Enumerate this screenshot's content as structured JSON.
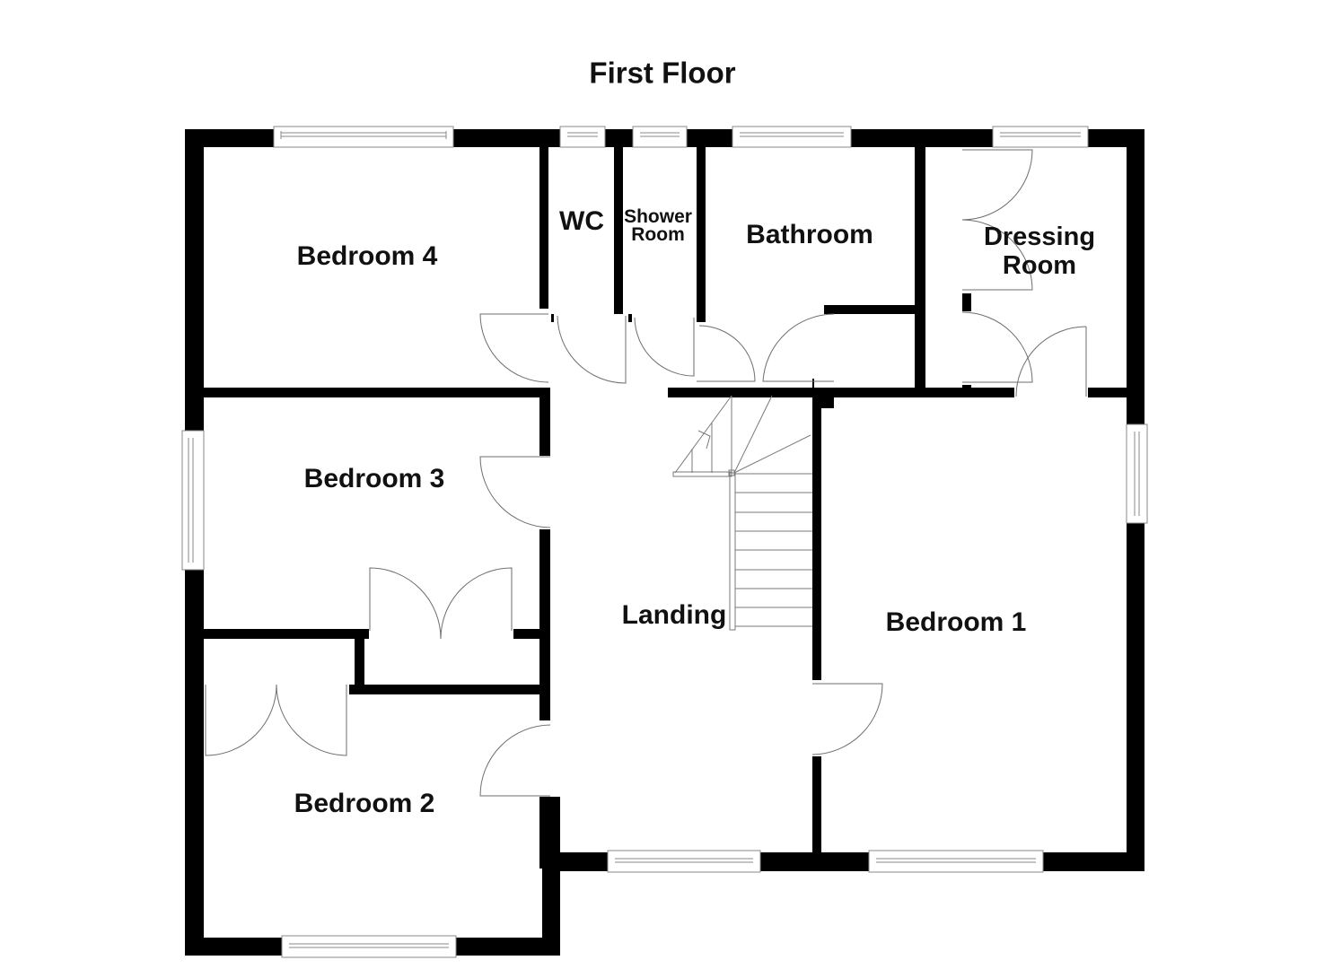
{
  "title": "First Floor",
  "rooms": {
    "bedroom4": "Bedroom 4",
    "wc": "WC",
    "shower_line1": "Shower",
    "shower_line2": "Room",
    "bathroom": "Bathroom",
    "dressing_line1": "Dressing",
    "dressing_line2": "Room",
    "bedroom3": "Bedroom 3",
    "landing": "Landing",
    "bedroom1": "Bedroom 1",
    "bedroom2": "Bedroom 2"
  },
  "colors": {
    "wall": "#000000",
    "window": "#8a8a8a",
    "door_swing": "#6e6e6e",
    "background": "#ffffff"
  }
}
